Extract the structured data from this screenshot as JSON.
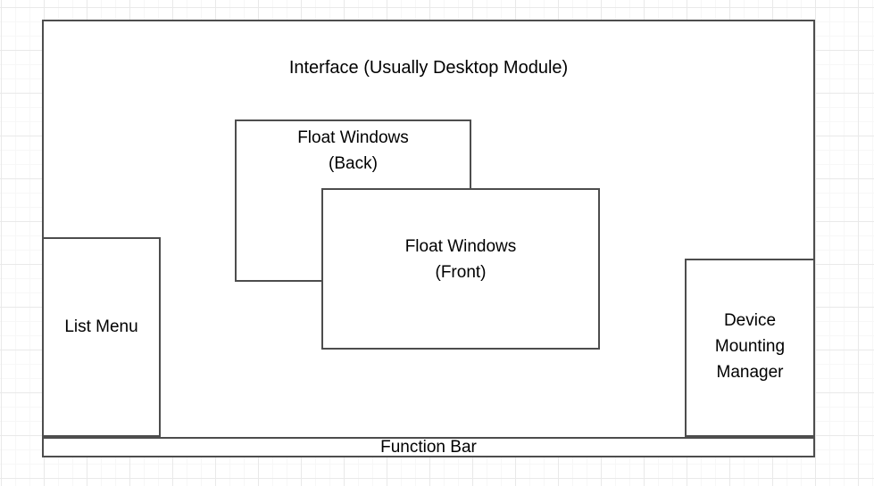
{
  "diagram": {
    "title": "Interface (Usually Desktop Module)",
    "background": {
      "grid": "true",
      "minor_grid_color": "#f7f7f7",
      "major_grid_color": "#e9e9e9",
      "page_color": "#ffffff"
    },
    "stroke_color": "#4d4d4d",
    "text_color": "#000000",
    "nodes": [
      {
        "id": "interface",
        "label": "Interface (Usually Desktop Module)",
        "role": "outer-container"
      },
      {
        "id": "list-menu",
        "label": "List Menu",
        "role": "left-panel"
      },
      {
        "id": "float-back",
        "label": "Float Windows\n(Back)",
        "line1": "Float Windows",
        "line2": "(Back)",
        "role": "background-window"
      },
      {
        "id": "float-front",
        "label": "Float Windows\n(Front)",
        "line1": "Float Windows",
        "line2": "(Front)",
        "role": "foreground-window"
      },
      {
        "id": "device-mounting-manager",
        "label": "Device\nMounting\nManager",
        "line1": "Device",
        "line2": "Mounting",
        "line3": "Manager",
        "role": "right-panel"
      },
      {
        "id": "function-bar",
        "label": "Function Bar",
        "role": "bottom-bar"
      }
    ]
  }
}
